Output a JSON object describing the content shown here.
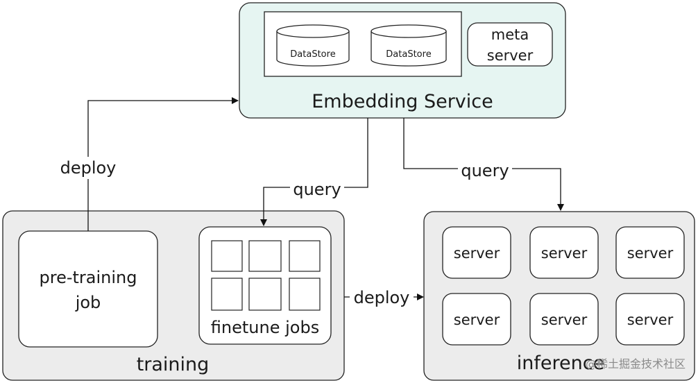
{
  "embedding_service": {
    "title": "Embedding Service",
    "datastores": [
      "DataStore",
      "DataStore"
    ],
    "meta_server": [
      "meta",
      "server"
    ]
  },
  "edges": {
    "deploy_pretrain": "deploy",
    "query_training": "query",
    "query_inference": "query",
    "deploy_inference": "deploy"
  },
  "training": {
    "title": "training",
    "pretraining_job": [
      "pre-training",
      "job"
    ],
    "finetune_label": "finetune jobs"
  },
  "inference": {
    "title": "inference",
    "servers": [
      "server",
      "server",
      "server",
      "server",
      "server",
      "server"
    ]
  },
  "watermark": "@稀土掘金技术社区",
  "colors": {
    "embedding_bg": "#e6f5f2",
    "group_bg": "#ececec",
    "stroke": "#222222"
  }
}
